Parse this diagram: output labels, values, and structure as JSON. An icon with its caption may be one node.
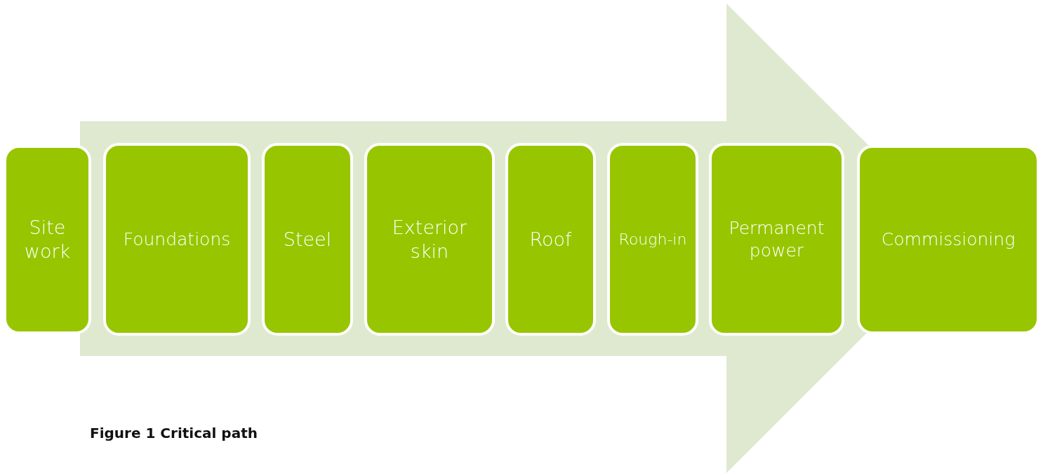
{
  "diagram": {
    "caption": "Figure 1 Critical path",
    "nodes": [
      {
        "text": [
          "Site work"
        ]
      },
      {
        "text": [
          "Foundations"
        ]
      },
      {
        "text": [
          "Steel"
        ]
      },
      {
        "text": [
          "Exterior skin"
        ]
      },
      {
        "text": [
          "Roof"
        ]
      },
      {
        "text": [
          "Rough-in"
        ]
      },
      {
        "text": [
          "Permanent power"
        ]
      },
      {
        "text": [
          "Commissioning"
        ]
      }
    ],
    "edges": [
      {
        "from": 0,
        "to": 7,
        "arrow": "to",
        "style": "thick",
        "color": "#dfe9cf"
      }
    ]
  }
}
